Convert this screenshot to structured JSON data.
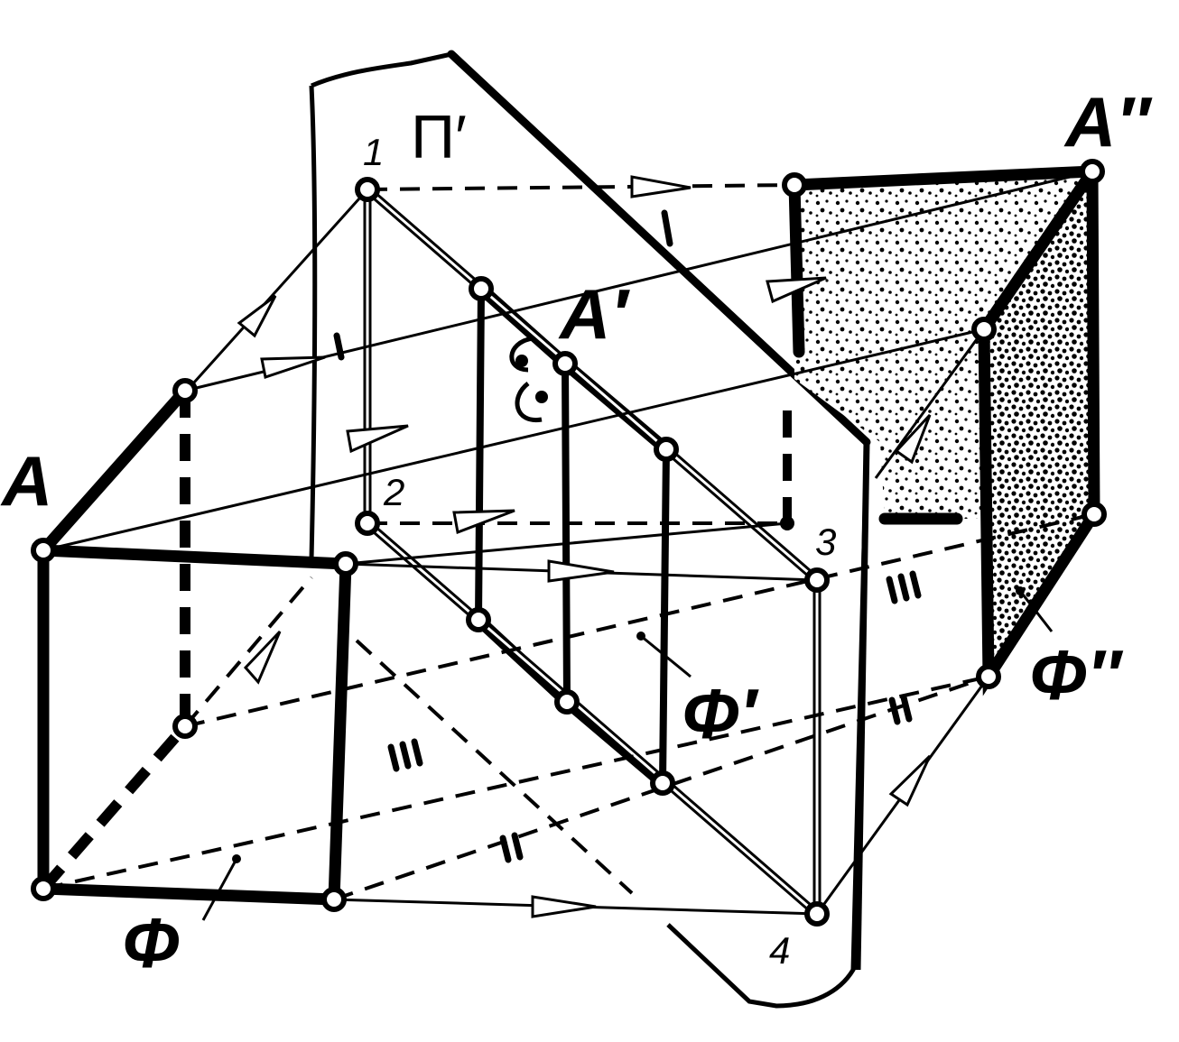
{
  "labels": {
    "A": "A",
    "A_prime": "A′",
    "A_double_prime": "A″",
    "Phi": "Φ",
    "Phi_prime": "Φ′",
    "Phi_double_prime": "Φ″",
    "Pi_prime": "Π′",
    "n1": "1",
    "n2": "2",
    "n3": "3",
    "n4": "4"
  }
}
